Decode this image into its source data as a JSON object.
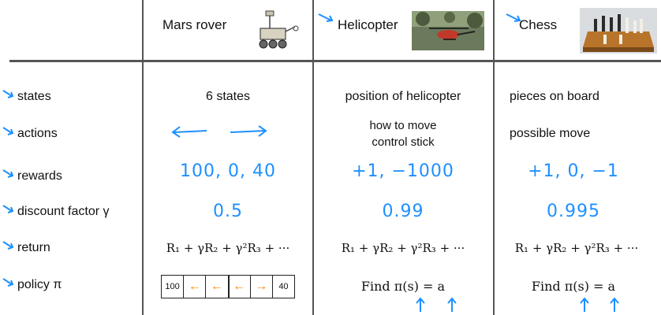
{
  "columns": {
    "mars": "Mars rover",
    "helicopter": "Helicopter",
    "chess": "Chess"
  },
  "rows": {
    "states": "states",
    "actions": "actions",
    "rewards": "rewards",
    "discount": "discount factor γ",
    "return": "return",
    "policy": "policy π"
  },
  "mars": {
    "states": "6 states",
    "rewards": "100, 0, 40",
    "discount": "0.5",
    "return": "R₁ + γR₂ + γ²R₃ + ···",
    "policy": {
      "cells": [
        "100",
        "←",
        "←",
        "←",
        "→",
        "40"
      ]
    }
  },
  "helicopter": {
    "states": "position of helicopter",
    "actions_line1": "how to move",
    "actions_line2": "control stick",
    "rewards": "+1, −1000",
    "discount": "0.99",
    "return": "R₁ + γR₂ + γ²R₃ + ···",
    "policy": "Find π(s) = a"
  },
  "chess": {
    "states": "pieces on board",
    "actions": "possible move",
    "rewards": "+1, 0, −1",
    "discount": "0.995",
    "return": "R₁ + γR₂ + γ²R₃ + ···",
    "policy": "Find π(s) = a"
  },
  "colors": {
    "ink": "#1e90ff",
    "arrows": "#f08a00",
    "lines": "#555555"
  }
}
